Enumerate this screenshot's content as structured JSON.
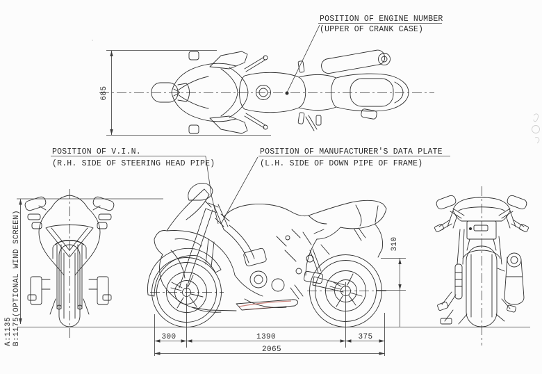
{
  "callouts": {
    "engine_number": {
      "title": "POSITION OF ENGINE NUMBER",
      "detail": "(UPPER OF CRANK CASE)"
    },
    "vin": {
      "title": "POSITION OF V.I.N.",
      "detail": "(R.H. SIDE OF STEERING HEAD PIPE)"
    },
    "data_plate": {
      "title": "POSITION OF MANUFACTURER'S DATA PLATE",
      "detail": "(L.H. SIDE OF DOWN PIPE OF FRAME)"
    }
  },
  "dimensions": {
    "top_view_width": "685",
    "overall_height_a": "A:1135",
    "overall_height_b": "B:1175(OPTIONAL WIND SCREEN)",
    "tail_section_height": "310",
    "front_overhang": "300",
    "wheelbase": "1390",
    "rear_overhang": "375",
    "overall_length": "2065"
  },
  "colors": {
    "line": "#2f2f2f",
    "highlight_red": "#b03a2e"
  }
}
